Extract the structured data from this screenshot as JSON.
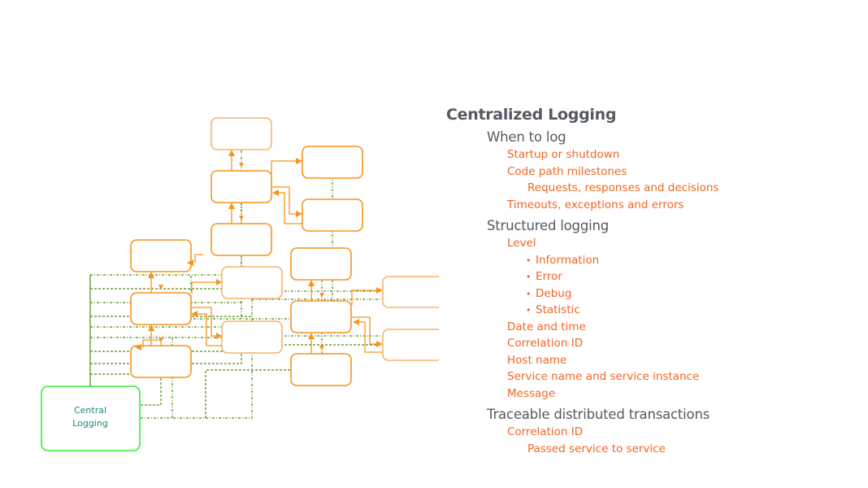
{
  "diagram": {
    "central_node": {
      "line1": "Central",
      "line2": "Logging"
    },
    "colors": {
      "service_border": "#f7941d",
      "central_border": "#33ee33",
      "log_link": "#4f8a10",
      "central_text": "#1a8a7a"
    }
  },
  "outline": {
    "title": "Centralized Logging",
    "sections": [
      {
        "heading": "When to log",
        "items": [
          {
            "text": "Startup or shutdown",
            "level": 1
          },
          {
            "text": "Code path milestones",
            "level": 1
          },
          {
            "text": "Requests, responses and decisions",
            "level": 2
          },
          {
            "text": "Timeouts, exceptions and errors",
            "level": 1
          }
        ]
      },
      {
        "heading": "Structured logging",
        "items": [
          {
            "text": "Level",
            "level": 1
          },
          {
            "text": "Information",
            "level": "bullet"
          },
          {
            "text": "Error",
            "level": "bullet"
          },
          {
            "text": "Debug",
            "level": "bullet"
          },
          {
            "text": "Statistic",
            "level": "bullet"
          },
          {
            "text": "Date and time",
            "level": 1
          },
          {
            "text": "Correlation ID",
            "level": 1
          },
          {
            "text": "Host name",
            "level": 1
          },
          {
            "text": "Service name and service instance",
            "level": 1
          },
          {
            "text": "Message",
            "level": 1
          }
        ]
      },
      {
        "heading": "Traceable distributed transactions",
        "items": [
          {
            "text": "Correlation ID",
            "level": 1
          },
          {
            "text": "Passed service to service",
            "level": 2
          }
        ]
      }
    ],
    "bullet_glyph": "•",
    "colors": {
      "heading": "#555a60",
      "item": "#f26522"
    }
  }
}
